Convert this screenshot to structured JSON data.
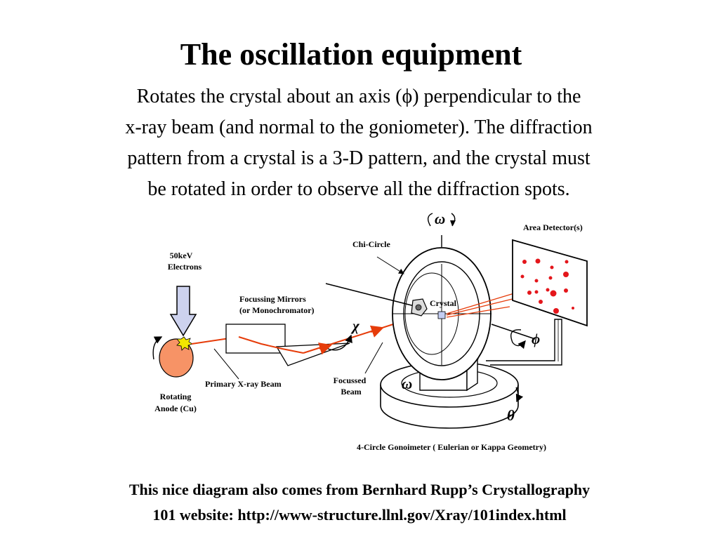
{
  "slide": {
    "title": "The oscillation equipment",
    "intro_lines": [
      "Rotates the crystal about an axis (ϕ) perpendicular to the",
      "x-ray beam (and normal to the goniometer).  The diffraction",
      "pattern from a crystal is a 3-D pattern, and the crystal must",
      "be rotated in order to observe all the diffraction spots."
    ],
    "caption_lines": [
      "This nice diagram also comes from Bernhard Rupp’s Crystallography",
      "101 website:  http://www-structure.llnl.gov/Xray/101index.html"
    ]
  },
  "diagram": {
    "labels": {
      "electrons_1": "50keV",
      "electrons_2": "Electrons",
      "anode_1": "Rotating",
      "anode_2": "Anode (Cu)",
      "primary_beam": "Primary X-ray Beam",
      "mirrors_1": "Focussing Mirrors",
      "mirrors_2": "(or Monochromator)",
      "focussed_1": "Focussed",
      "focussed_2": "Beam",
      "chi_circle": "Chi-Circle",
      "crystal": "Crystal",
      "area_detector": "Area Detector(s)",
      "goniometer": "4-Circle Gonoimeter ( Eulerian or Kappa Geometry)"
    },
    "greek": {
      "omega_top": "ω",
      "omega_base": "ω",
      "chi": "χ",
      "phi": "ϕ",
      "theta": "θ"
    },
    "colors": {
      "beam": "#e63c0a",
      "anode": "#f79366",
      "arrow_fill": "#cdd2ee",
      "spark": "#f2e600",
      "spot": "#e4161b",
      "crystal": "#c3cdf2"
    }
  }
}
